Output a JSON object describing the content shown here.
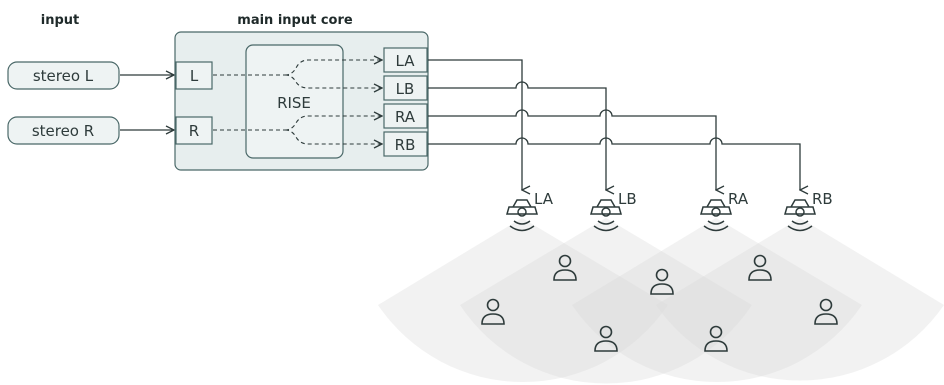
{
  "headers": {
    "input": "input",
    "core": "main input core"
  },
  "inputs": [
    "stereo L",
    "stereo R"
  ],
  "core_inputs": [
    "L",
    "R"
  ],
  "processor": "RISE",
  "outputs": [
    "LA",
    "LB",
    "RA",
    "RB"
  ],
  "speakers": [
    "LA",
    "LB",
    "RA",
    "RB"
  ],
  "listener_count": 7
}
